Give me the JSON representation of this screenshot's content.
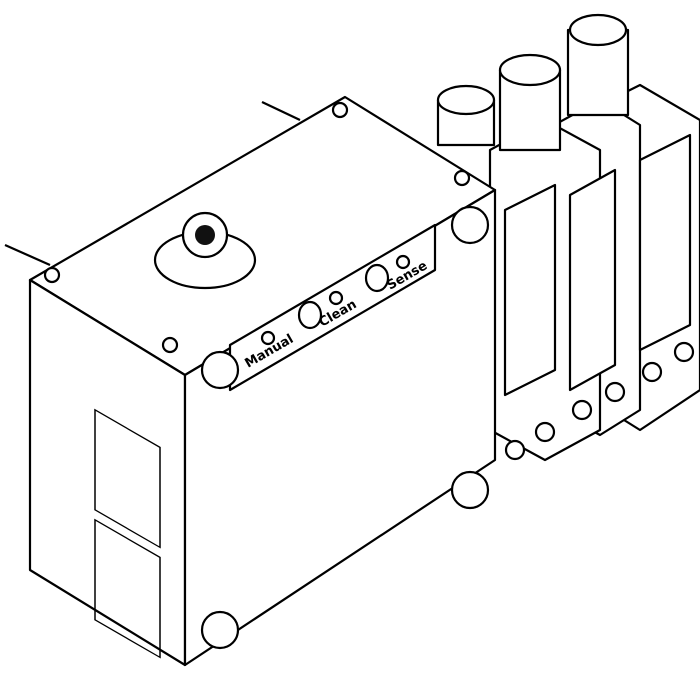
{
  "panel_labels": {
    "manual": "Manual",
    "clean": "Clean",
    "sense": "Sense"
  },
  "colors": {
    "line": "#000000",
    "fill": "#ffffff"
  }
}
